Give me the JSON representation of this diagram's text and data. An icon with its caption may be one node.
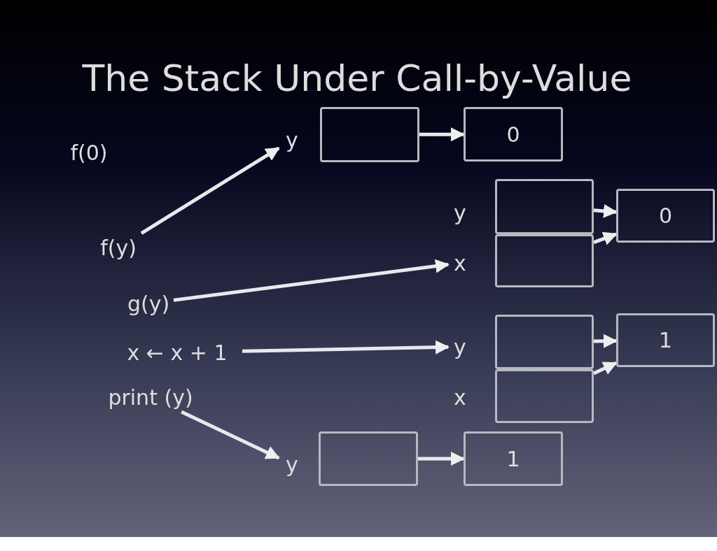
{
  "diagram": {
    "title": "The Stack Under Call-by-Value",
    "nodes": [
      {
        "text": [
          "f(0)"
        ]
      },
      {
        "text": [
          "y"
        ]
      },
      {
        "text": [],
        "shape": "box"
      },
      {
        "text": [
          "0"
        ]
      },
      {
        "text": [
          "y"
        ]
      },
      {
        "text": [],
        "shape": "box"
      },
      {
        "text": [
          "0"
        ]
      },
      {
        "text": [
          "f(y)"
        ]
      },
      {
        "text": [
          "x"
        ]
      },
      {
        "text": [],
        "shape": "box"
      },
      {
        "text": [
          "g(y)"
        ]
      },
      {
        "text": [
          "y"
        ]
      },
      {
        "text": [],
        "shape": "box"
      },
      {
        "text": [
          "1"
        ]
      },
      {
        "text": [
          "x ← x + 1"
        ]
      },
      {
        "text": [
          "x"
        ]
      },
      {
        "text": [],
        "shape": "box"
      },
      {
        "text": [
          "print (y)"
        ]
      },
      {
        "text": [
          "y"
        ]
      },
      {
        "text": [],
        "shape": "box"
      },
      {
        "text": [
          "1"
        ]
      }
    ],
    "edges": [
      {
        "from": 7,
        "to": 1,
        "arrow": "to"
      },
      {
        "from": 2,
        "to": 3,
        "arrow": "to"
      },
      {
        "from": 10,
        "to": 8,
        "arrow": "to"
      },
      {
        "from": 5,
        "to": 6,
        "arrow": "to"
      },
      {
        "from": 9,
        "to": 6,
        "arrow": "to"
      },
      {
        "from": 14,
        "to": 11,
        "arrow": "to"
      },
      {
        "from": 12,
        "to": 13,
        "arrow": "to"
      },
      {
        "from": 16,
        "to": 13,
        "arrow": "to"
      },
      {
        "from": 17,
        "to": 18,
        "arrow": "to"
      },
      {
        "from": 19,
        "to": 20,
        "arrow": "to"
      }
    ]
  }
}
